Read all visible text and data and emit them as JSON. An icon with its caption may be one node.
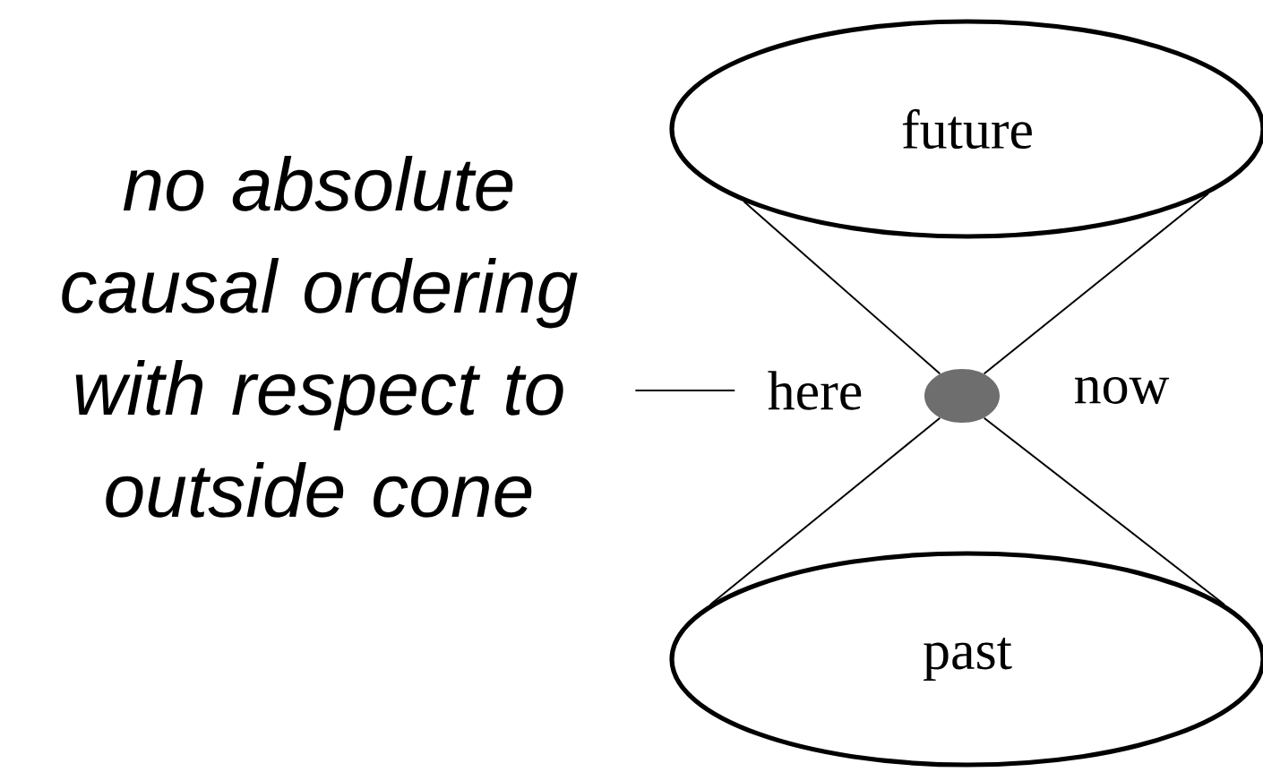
{
  "diagram": {
    "nodes": [
      {
        "text": [
          "future"
        ]
      },
      {
        "text": [
          "past"
        ]
      },
      {
        "text": [],
        "shape": "circle"
      },
      {
        "text": [
          "no absolute causal ordering with respect to outside cone"
        ]
      },
      {
        "text": [
          "here"
        ]
      }
    ],
    "edges": [
      {
        "from": 0,
        "to": 2,
        "arrow": "none"
      },
      {
        "from": 0,
        "to": 2,
        "arrow": "none"
      },
      {
        "from": 2,
        "to": 1,
        "arrow": "none"
      },
      {
        "from": 2,
        "to": 1,
        "arrow": "none"
      },
      {
        "from": 3,
        "to": 4,
        "arrow": "none"
      }
    ],
    "labels": [
      "now"
    ]
  }
}
